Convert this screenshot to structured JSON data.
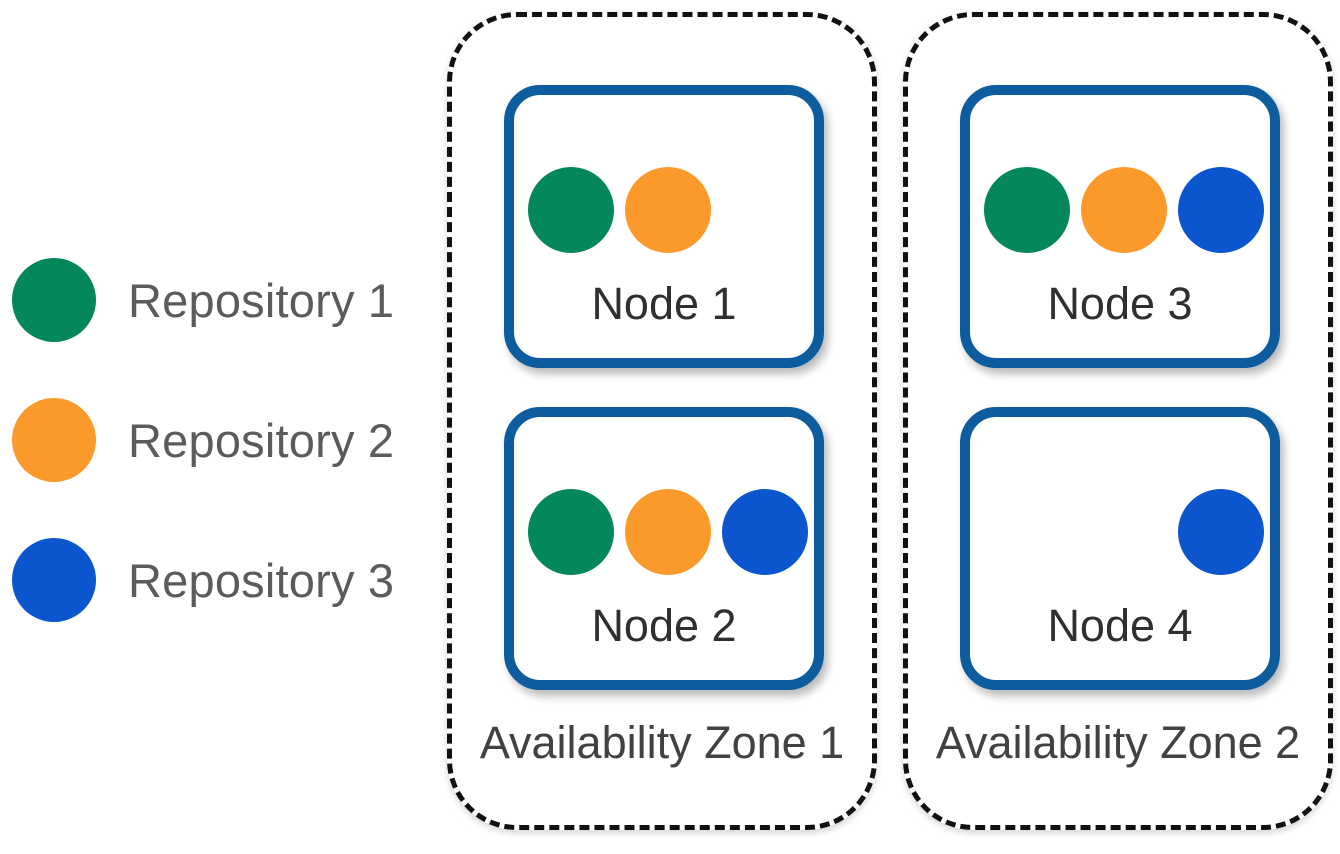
{
  "colors": {
    "repo1_green": "#04875a",
    "repo2_orange": "#fb9a2a",
    "repo3_blue": "#0b55ce",
    "node_border_blue": "#0d5c9e",
    "zone_border": "#111111",
    "legend_text": "#5b5b5b",
    "label_text": "#2f2f2f",
    "background": "#ffffff"
  },
  "legend": {
    "items": [
      {
        "label": "Repository 1",
        "color_key": "repo1_green",
        "icon": "circle-icon"
      },
      {
        "label": "Repository 2",
        "color_key": "repo2_orange",
        "icon": "circle-icon"
      },
      {
        "label": "Repository 3",
        "color_key": "repo3_blue",
        "icon": "circle-icon"
      }
    ]
  },
  "zones": [
    {
      "label": "Availability Zone 1",
      "nodes": [
        {
          "label": "Node 1",
          "repositories": [
            {
              "slot": 0,
              "color_key": "repo1_green",
              "repo": "Repository 1"
            },
            {
              "slot": 1,
              "color_key": "repo2_orange",
              "repo": "Repository 2"
            }
          ]
        },
        {
          "label": "Node 2",
          "repositories": [
            {
              "slot": 0,
              "color_key": "repo1_green",
              "repo": "Repository 1"
            },
            {
              "slot": 1,
              "color_key": "repo2_orange",
              "repo": "Repository 2"
            },
            {
              "slot": 2,
              "color_key": "repo3_blue",
              "repo": "Repository 3"
            }
          ]
        }
      ]
    },
    {
      "label": "Availability Zone 2",
      "nodes": [
        {
          "label": "Node 3",
          "repositories": [
            {
              "slot": 0,
              "color_key": "repo1_green",
              "repo": "Repository 1"
            },
            {
              "slot": 1,
              "color_key": "repo2_orange",
              "repo": "Repository 2"
            },
            {
              "slot": 2,
              "color_key": "repo3_blue",
              "repo": "Repository 3"
            }
          ]
        },
        {
          "label": "Node 4",
          "repositories": [
            {
              "slot": 2,
              "color_key": "repo3_blue",
              "repo": "Repository 3"
            }
          ]
        }
      ]
    }
  ]
}
